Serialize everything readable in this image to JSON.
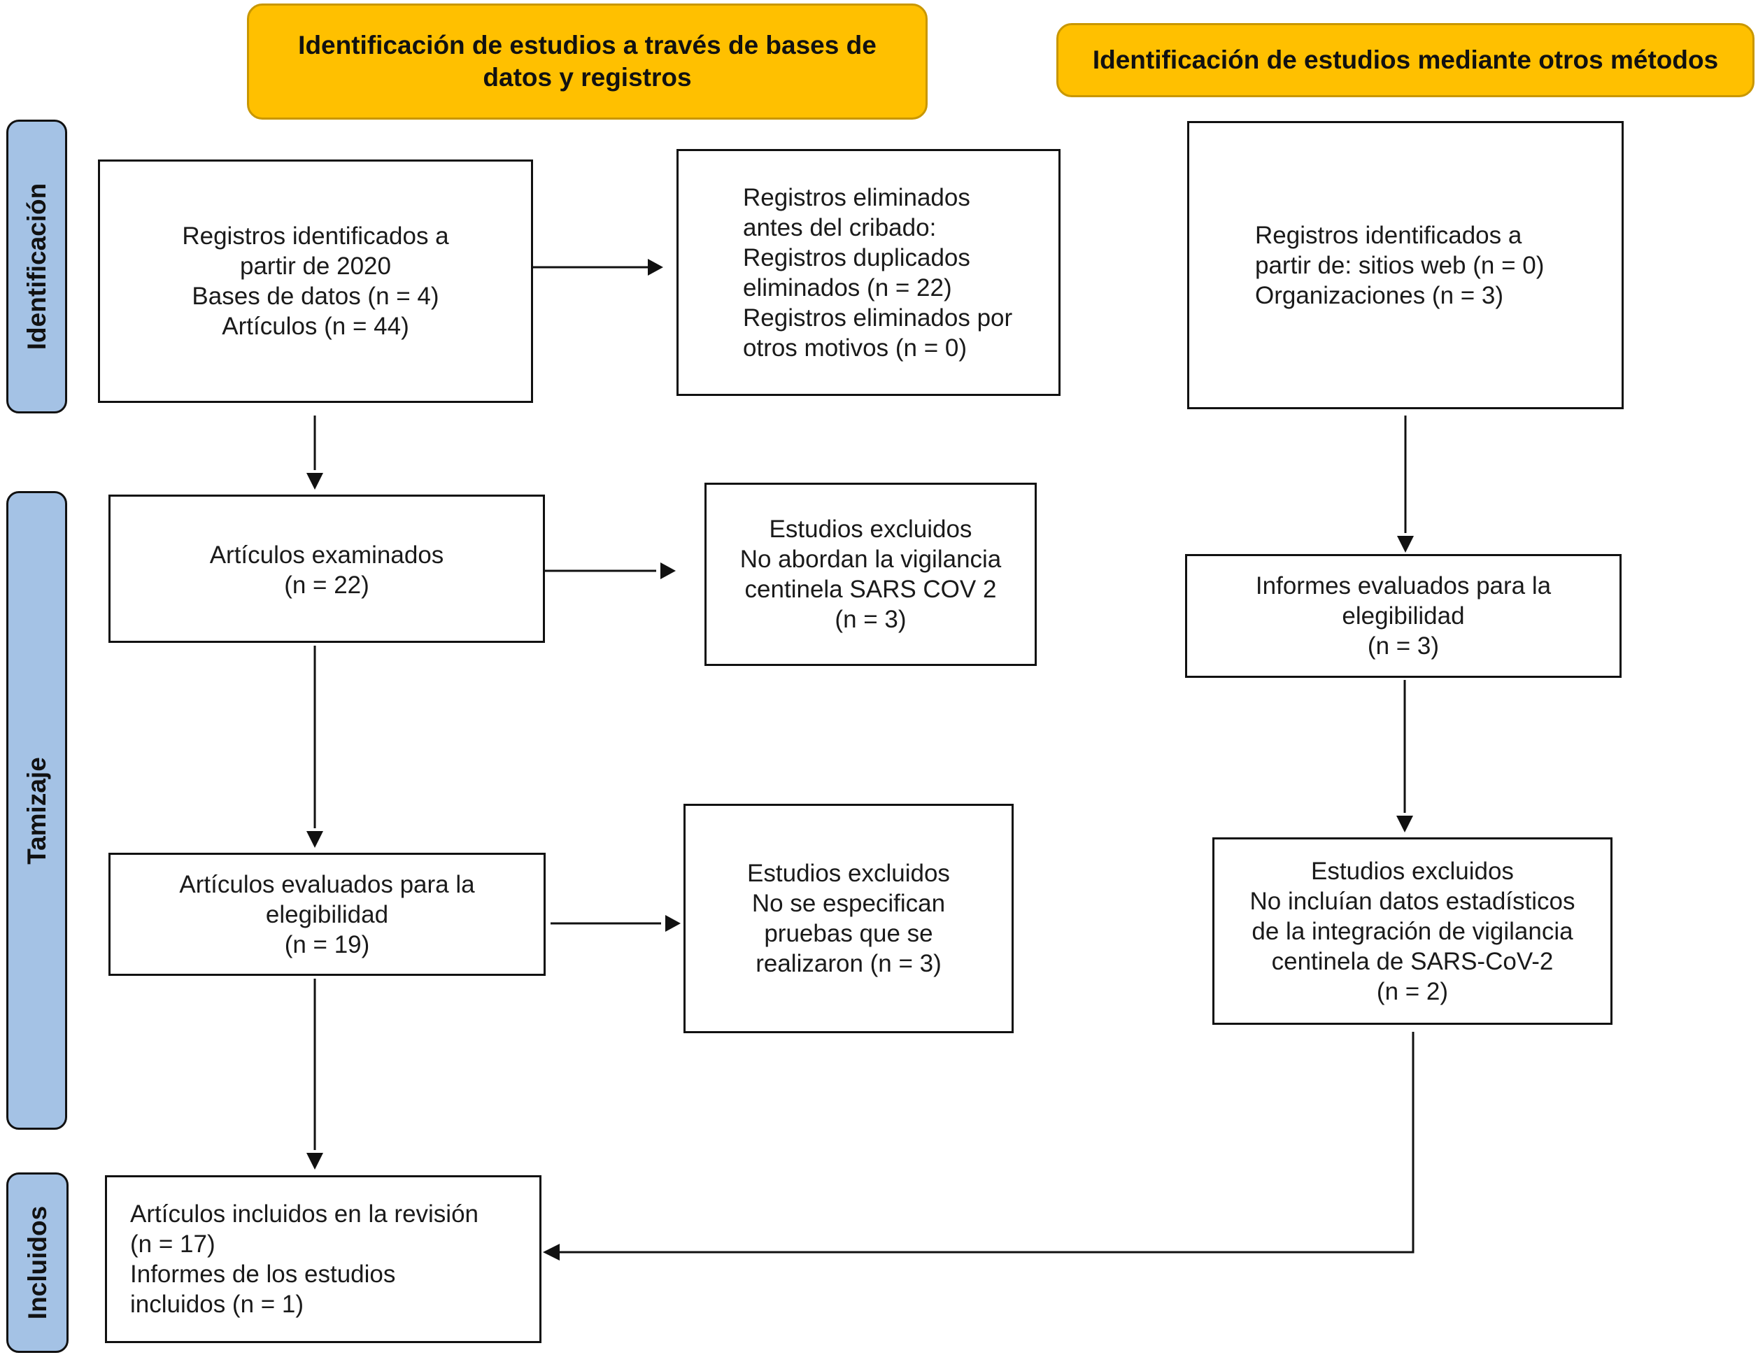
{
  "headers": {
    "databases": [
      "Identificación de estudios a través de bases de",
      "datos y registros"
    ],
    "other_methods": "Identificación de estudios mediante otros métodos"
  },
  "phases": {
    "identification": "Identificación",
    "screening": "Tamizaje",
    "included": "Incluidos"
  },
  "boxes": {
    "records_identified": [
      "Registros identificados a",
      "partir de 2020",
      "Bases de datos (n = 4)",
      "Artículos (n = 44)"
    ],
    "records_removed": [
      "Registros eliminados",
      "antes del cribado:",
      "Registros duplicados",
      "eliminados (n = 22)",
      "Registros eliminados por",
      "otros motivos (n = 0)"
    ],
    "other_identified": [
      "Registros identificados a",
      "partir de: sitios web (n = 0)",
      "Organizaciones (n = 3)"
    ],
    "screened": [
      "Artículos examinados",
      "(n = 22)"
    ],
    "excluded_1": [
      "Estudios excluidos",
      "No abordan la vigilancia",
      "centinela SARS COV 2",
      "(n = 3)"
    ],
    "reports_assessed": [
      "Informes evaluados para la",
      "elegibilidad",
      "(n = 3)"
    ],
    "eligibility": [
      "Artículos evaluados para la",
      "elegibilidad",
      "(n = 19)"
    ],
    "excluded_2": [
      "Estudios excluidos",
      "No se especifican",
      "pruebas que se",
      "realizaron (n = 3)"
    ],
    "excluded_3": [
      "Estudios excluidos",
      "No incluían datos estadísticos",
      "de la integración de vigilancia",
      "centinela de SARS-CoV-2",
      "(n = 2)"
    ],
    "included": [
      "Artículos incluidos en la revisión",
      "(n = 17)",
      "Informes de los estudios",
      "incluidos (n = 1)"
    ]
  },
  "colors": {
    "header_fill": "#FFC000",
    "phase_fill": "#A4C2E5",
    "line": "#111111"
  }
}
